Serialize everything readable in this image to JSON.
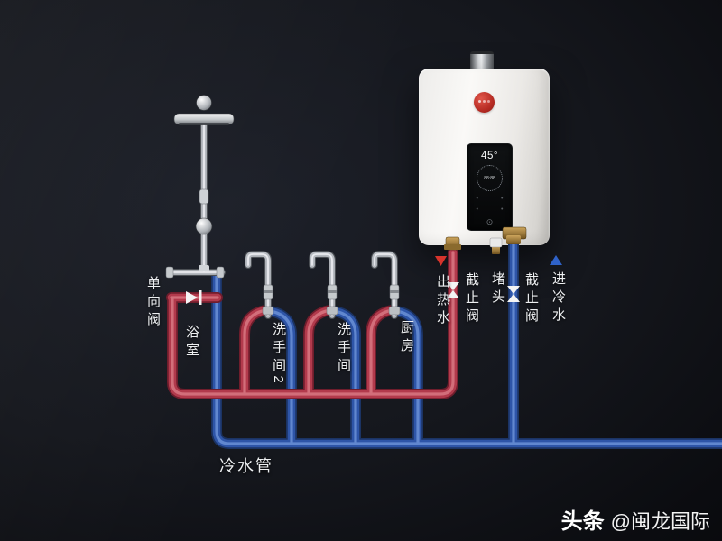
{
  "labels": {
    "one_way_valve": "单向阀",
    "bathroom": "浴室",
    "washroom2": "洗手间2",
    "washroom": "洗手间",
    "kitchen": "厨房",
    "hot_water_out": "出热水",
    "stop_valve_hot": "截止阀",
    "plug": "堵头",
    "stop_valve_cold": "截止阀",
    "cold_water_in": "进冷水",
    "cold_water_pipe": "冷水管"
  },
  "heater_display": {
    "temperature": "45°",
    "dial_reading": "88:88",
    "buttons": [
      "•",
      "•",
      "•",
      "•"
    ],
    "power_icon": "⊙"
  },
  "icons": {
    "hot_direction_arrow": "▼",
    "cold_direction_arrow": "▲",
    "stop_valve_symbol": "vertical-bowtie",
    "one_way_valve_symbol": "right-triangle-bar",
    "plug_symbol": "white-cap"
  },
  "colors": {
    "hot_pipe": "#b23a4c",
    "cold_pipe": "#2e55a8",
    "chrome": "#b6bac0",
    "brass": "#c99e54",
    "heater_body": "#f5f4f2",
    "display_background": "#0a0c0d",
    "hot_arrow": "#d7342c",
    "cold_arrow": "#2f62c8",
    "label_text": "#edeff1",
    "background": "#101218"
  },
  "watermark": {
    "brand": "头条",
    "handle": "@闽龙国际"
  }
}
